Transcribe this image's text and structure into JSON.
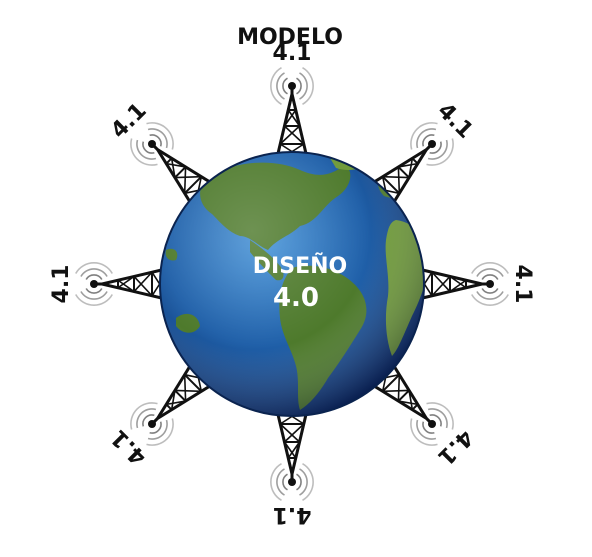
{
  "title": "MODELO",
  "center": {
    "line1": "DISEÑO",
    "line2": "4.0"
  },
  "towers": [
    {
      "label": "4.1"
    },
    {
      "label": "4.1"
    },
    {
      "label": "4.1"
    },
    {
      "label": "4.1"
    },
    {
      "label": "4.1"
    },
    {
      "label": "4.1"
    },
    {
      "label": "4.1"
    },
    {
      "label": "4.1"
    }
  ],
  "colors": {
    "ocean": "#1f5fa8",
    "ocean_dark": "#0c2f6b",
    "land": "#4e7a2c",
    "land_light": "#6f9a3a",
    "tower": "#111111"
  },
  "icons": [
    "globe-icon",
    "radio-tower-icon",
    "signal-waves-icon"
  ]
}
